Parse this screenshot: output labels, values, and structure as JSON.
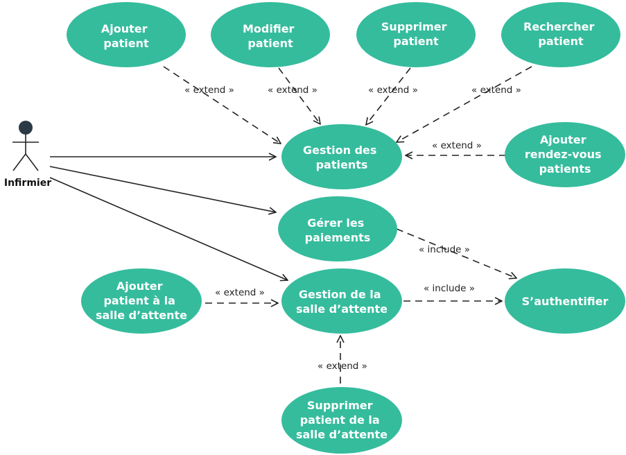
{
  "colors": {
    "usecase_fill": "#35bc9d",
    "usecase_text": "#ffffff",
    "line": "#222222",
    "actor_head": "#2b3a45"
  },
  "actor": {
    "name": "Infirmier"
  },
  "use_cases": {
    "ajouter_patient": {
      "lines": [
        "Ajouter",
        "patient"
      ]
    },
    "modifier_patient": {
      "lines": [
        "Modifier",
        "patient"
      ]
    },
    "supprimer_patient": {
      "lines": [
        "Supprimer",
        "patient"
      ]
    },
    "rechercher_patient": {
      "lines": [
        "Rechercher",
        "patient"
      ]
    },
    "gestion_patients": {
      "lines": [
        "Gestion des",
        "patients"
      ]
    },
    "ajouter_rdv": {
      "lines": [
        "Ajouter",
        "rendez-vous",
        "patients"
      ]
    },
    "gerer_paiements": {
      "lines": [
        "Gérer les",
        "paiements"
      ]
    },
    "ajouter_salle": {
      "lines": [
        "Ajouter",
        "patient à la",
        "salle d’attente"
      ]
    },
    "gestion_salle": {
      "lines": [
        "Gestion de la",
        "salle d’attente"
      ]
    },
    "authentifier": {
      "lines": [
        "S’authentifier"
      ]
    },
    "supprimer_salle": {
      "lines": [
        "Supprimer",
        "patient de la",
        "salle d’attente"
      ]
    }
  },
  "relations": {
    "extend": "« extend »",
    "include": "« include »"
  }
}
